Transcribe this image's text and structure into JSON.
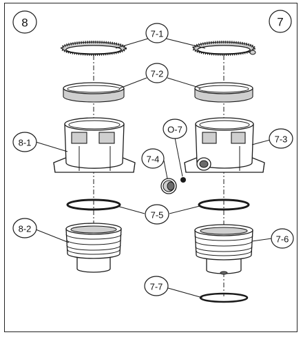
{
  "labels": {
    "assembly_left": "8",
    "assembly_right": "7",
    "p7_1": "7-1",
    "p7_2": "7-2",
    "p7_3": "7-3",
    "p7_4": "7-4",
    "p7_5": "7-5",
    "p7_6": "7-6",
    "p7_7": "7-7",
    "o7": "O-7",
    "p8_1": "8-1",
    "p8_2": "8-2"
  }
}
